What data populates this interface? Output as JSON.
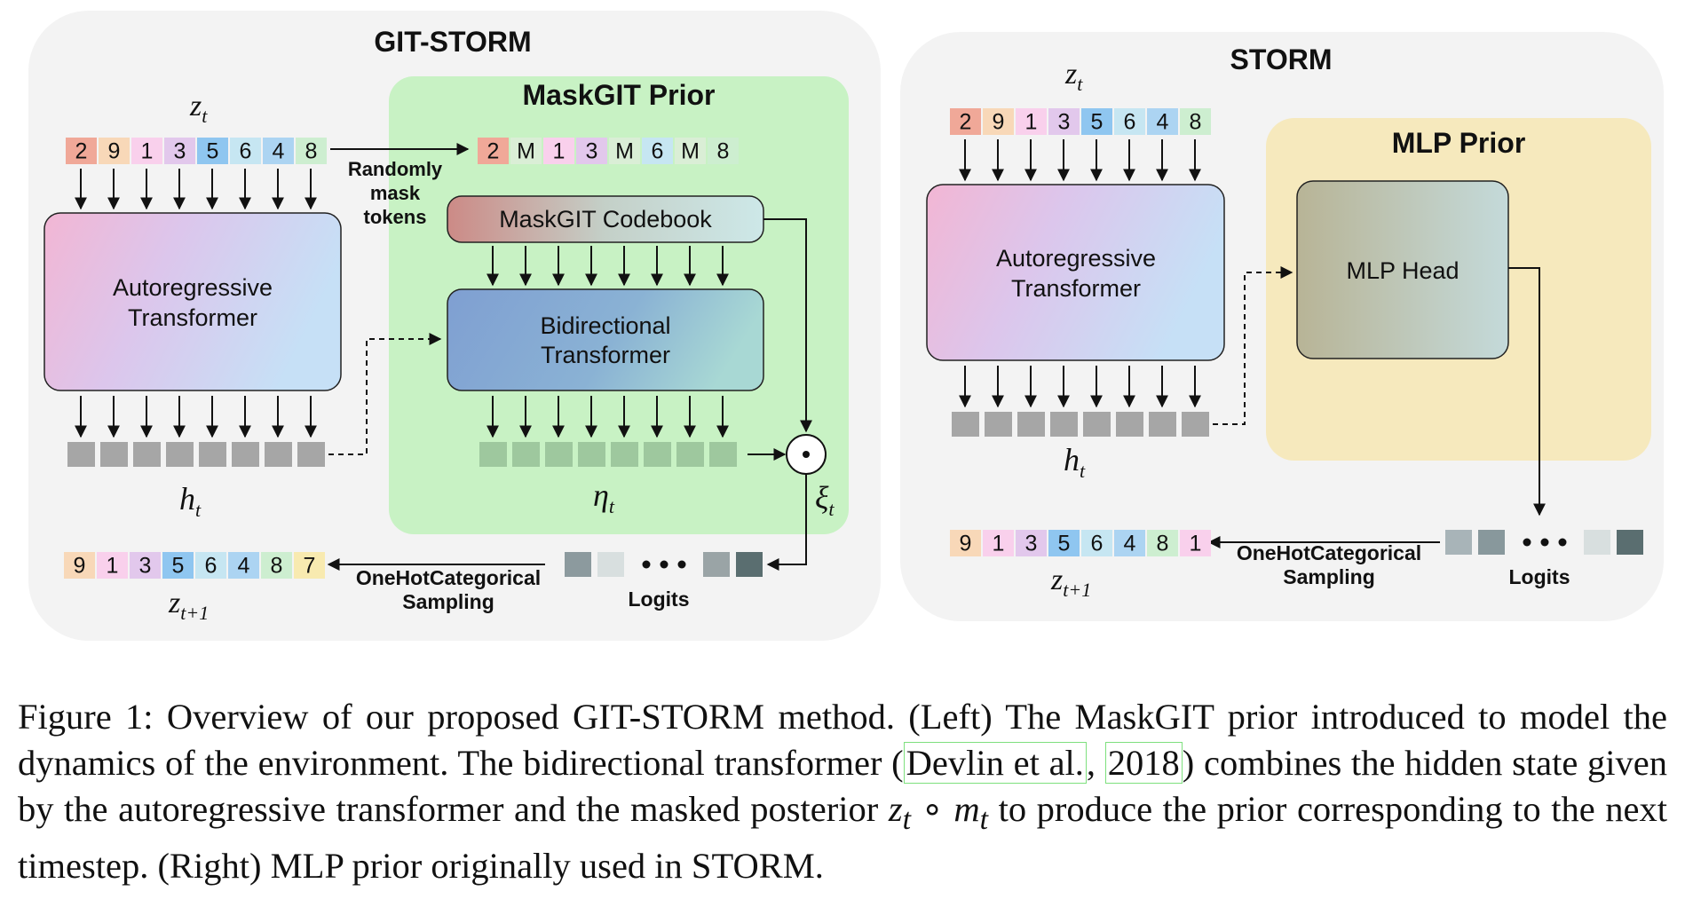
{
  "left_panel": {
    "title": "GIT-STORM",
    "z_label": "z",
    "z_sub": "t",
    "tokens": [
      "2",
      "9",
      "1",
      "3",
      "5",
      "6",
      "4",
      "8"
    ],
    "autoregressive_label": [
      "Autoregressive",
      "Transformer"
    ],
    "h_label": "h",
    "h_sub": "t",
    "maskgit": {
      "title": "MaskGIT Prior",
      "masked_tokens": [
        "2",
        "M",
        "1",
        "3",
        "M",
        "6",
        "M",
        "8"
      ],
      "mask_note": [
        "Randomly",
        "mask",
        "tokens"
      ],
      "codebook_label": "MaskGIT Codebook",
      "bidirectional_label": [
        "Bidirectional",
        "Transformer"
      ],
      "eta_label": "η",
      "eta_sub": "t",
      "xi_label": "ξ",
      "xi_sub": "t",
      "odot": "⊙"
    },
    "sampling_label": [
      "OneHotCategorical",
      "Sampling"
    ],
    "logits_label": "Logits",
    "next_tokens": [
      "9",
      "1",
      "3",
      "5",
      "6",
      "4",
      "8",
      "7"
    ],
    "z_next_label": "z",
    "z_next_sub": "t+1"
  },
  "right_panel": {
    "title": "STORM",
    "z_label": "z",
    "z_sub": "t",
    "tokens": [
      "2",
      "9",
      "1",
      "3",
      "5",
      "6",
      "4",
      "8"
    ],
    "autoregressive_label": [
      "Autoregressive",
      "Transformer"
    ],
    "h_label": "h",
    "h_sub": "t",
    "mlp_prior_title": "MLP Prior",
    "mlp_head_label": "MLP Head",
    "sampling_label": [
      "OneHotCategorical",
      "Sampling"
    ],
    "logits_label": "Logits",
    "next_tokens": [
      "9",
      "1",
      "3",
      "5",
      "6",
      "4",
      "8",
      "1"
    ],
    "z_next_label": "z",
    "z_next_sub": "t+1"
  },
  "token_colors": {
    "1": "#f9d0ec",
    "2": "#f0a898",
    "3": "#e2c8ec",
    "4": "#acd4f2",
    "5": "#8fc6f0",
    "6": "#c6e6f2",
    "7": "#f8eab0",
    "8": "#cdeed0",
    "9": "#f8d8b8",
    "M": "#daeed6"
  },
  "caption": {
    "part1": "Figure 1: Overview of our proposed GIT-STORM method. (Left) The MaskGIT prior introduced to model the dynamics of the environment. The bidirectional transformer (",
    "ref_author": "Devlin et al.",
    "ref_sep": ", ",
    "ref_year": "2018",
    "part2": ") combines the hidden state given by the autoregressive transformer and the masked posterior ",
    "math_z": "z",
    "math_z_sub": "t",
    "math_circ": " ∘ ",
    "math_m": "m",
    "math_m_sub": "t",
    "part3": " to produce the prior corresponding to the next timestep. (Right) MLP prior originally used in STORM."
  }
}
